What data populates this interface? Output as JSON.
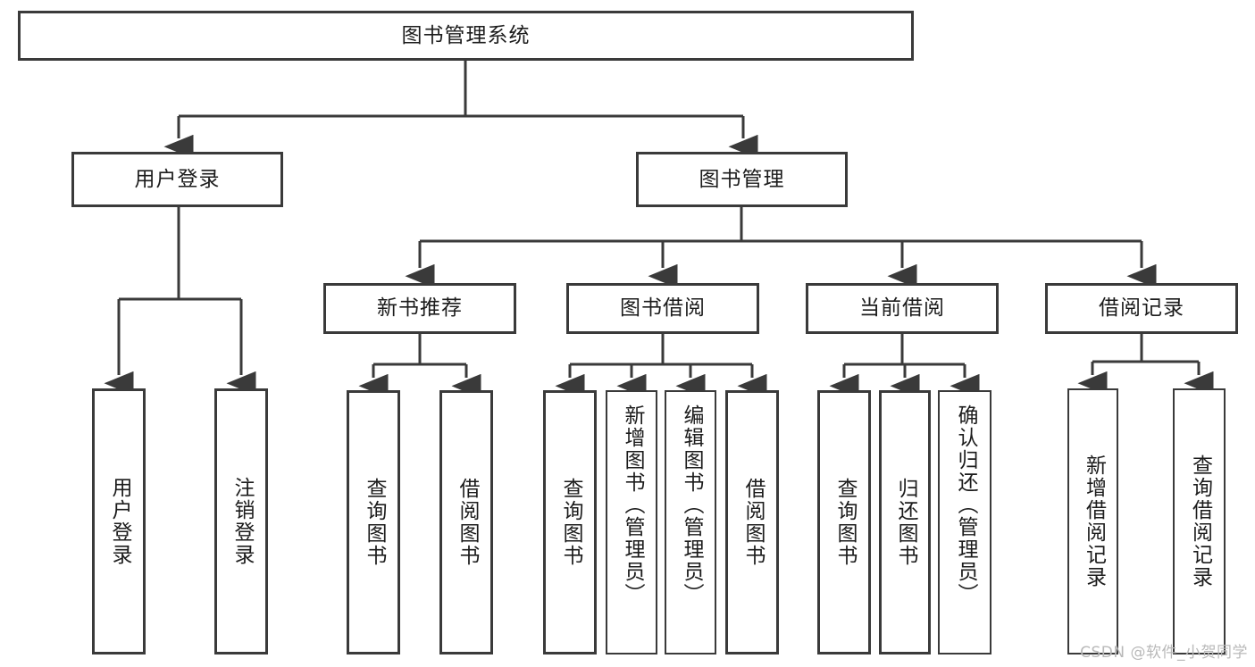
{
  "diagram": {
    "title": "图书管理系统",
    "type": "hierarchy-tree",
    "colors": {
      "stroke": "#3a3a3a",
      "fill": "#ffffff",
      "text": "#1c1c1c",
      "watermark": "#b9b9b9"
    },
    "nodes": {
      "root": {
        "label": "图书管理系统",
        "level": 1
      },
      "user_login": {
        "label": "用户登录",
        "level": 2
      },
      "book_manage": {
        "label": "图书管理",
        "level": 2
      },
      "new_book_rec": {
        "label": "新书推荐",
        "level": 3
      },
      "book_borrow": {
        "label": "图书借阅",
        "level": 3
      },
      "current_borrow": {
        "label": "当前借阅",
        "level": 3
      },
      "borrow_record": {
        "label": "借阅记录",
        "level": 3
      },
      "leaf_user_login": {
        "label": "用户登录",
        "level": 4
      },
      "leaf_logout": {
        "label": "注销登录",
        "level": 4
      },
      "leaf_query_book_1": {
        "label": "查询图书",
        "level": 4
      },
      "leaf_borrow_book_1": {
        "label": "借阅图书",
        "level": 4
      },
      "leaf_query_book_2": {
        "label": "查询图书",
        "level": 4
      },
      "leaf_add_book": {
        "label": "新增图书（管理员）",
        "level": 4
      },
      "leaf_edit_book": {
        "label": "编辑图书（管理员）",
        "level": 4
      },
      "leaf_borrow_book_2": {
        "label": "借阅图书",
        "level": 4
      },
      "leaf_query_book_3": {
        "label": "查询图书",
        "level": 4
      },
      "leaf_return_book": {
        "label": "归还图书",
        "level": 4
      },
      "leaf_confirm_return": {
        "label": "确认归还（管理员）",
        "level": 4
      },
      "leaf_add_record": {
        "label": "新增借阅记录",
        "level": 4
      },
      "leaf_query_record": {
        "label": "查询借阅记录",
        "level": 4
      }
    },
    "edges": [
      {
        "from": "root",
        "to": "user_login"
      },
      {
        "from": "root",
        "to": "book_manage"
      },
      {
        "from": "book_manage",
        "to": "new_book_rec"
      },
      {
        "from": "book_manage",
        "to": "book_borrow"
      },
      {
        "from": "book_manage",
        "to": "current_borrow"
      },
      {
        "from": "book_manage",
        "to": "borrow_record"
      },
      {
        "from": "user_login",
        "to": "leaf_user_login"
      },
      {
        "from": "user_login",
        "to": "leaf_logout"
      },
      {
        "from": "new_book_rec",
        "to": "leaf_query_book_1"
      },
      {
        "from": "new_book_rec",
        "to": "leaf_borrow_book_1"
      },
      {
        "from": "book_borrow",
        "to": "leaf_query_book_2"
      },
      {
        "from": "book_borrow",
        "to": "leaf_add_book"
      },
      {
        "from": "book_borrow",
        "to": "leaf_edit_book"
      },
      {
        "from": "book_borrow",
        "to": "leaf_borrow_book_2"
      },
      {
        "from": "current_borrow",
        "to": "leaf_query_book_3"
      },
      {
        "from": "current_borrow",
        "to": "leaf_return_book"
      },
      {
        "from": "current_borrow",
        "to": "leaf_confirm_return"
      },
      {
        "from": "borrow_record",
        "to": "leaf_add_record"
      },
      {
        "from": "borrow_record",
        "to": "leaf_query_record"
      }
    ]
  },
  "watermark": {
    "text": "CSDN @软件_小贺同学"
  }
}
